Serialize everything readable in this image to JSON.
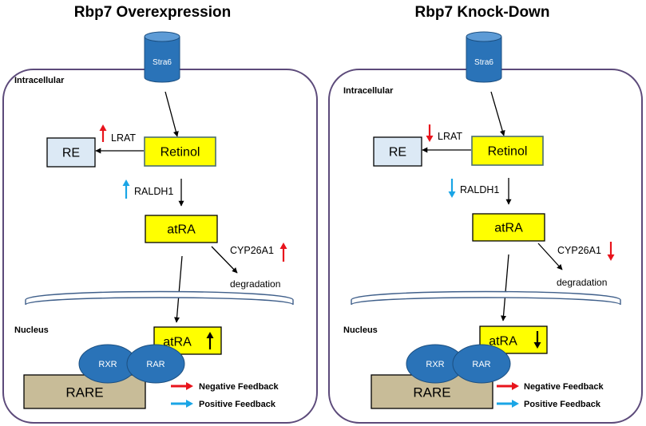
{
  "panels": [
    {
      "title": "Rbp7 Overexpression",
      "transporter": "Stra6",
      "compartments": {
        "intracellular": "Intracellular",
        "nucleus": "Nucleus"
      },
      "nodes": {
        "re": "RE",
        "retinol": "Retinol",
        "atra": "atRA",
        "nuclear_atra": "atRA",
        "rare": "RARE",
        "rxr": "RXR",
        "rar": "RAR"
      },
      "enzymes": {
        "lrat": {
          "label": "LRAT",
          "direction": "up",
          "color": "#e8141c"
        },
        "raldh1": {
          "label": "RALDH1",
          "direction": "up",
          "color": "#1aa5e6"
        },
        "cyp26a1": {
          "label": "CYP26A1",
          "direction": "up",
          "color": "#e8141c"
        }
      },
      "degradation": "degradation",
      "nuclear_atra_direction": "up",
      "legend": [
        {
          "label": "Negative Feedback",
          "color": "#e8141c"
        },
        {
          "label": "Positive Feedback",
          "color": "#1aa5e6"
        }
      ]
    },
    {
      "title": "Rbp7 Knock-Down",
      "transporter": "Stra6",
      "compartments": {
        "intracellular": "Intracellular",
        "nucleus": "Nucleus"
      },
      "nodes": {
        "re": "RE",
        "retinol": "Retinol",
        "atra": "atRA",
        "nuclear_atra": "atRA",
        "rare": "RARE",
        "rxr": "RXR",
        "rar": "RAR"
      },
      "enzymes": {
        "lrat": {
          "label": "LRAT",
          "direction": "down",
          "color": "#e8141c"
        },
        "raldh1": {
          "label": "RALDH1",
          "direction": "down",
          "color": "#1aa5e6"
        },
        "cyp26a1": {
          "label": "CYP26A1",
          "direction": "down",
          "color": "#e8141c"
        }
      },
      "degradation": "degradation",
      "nuclear_atra_direction": "down",
      "legend": [
        {
          "label": "Negative Feedback",
          "color": "#e8141c"
        },
        {
          "label": "Positive Feedback",
          "color": "#1aa5e6"
        }
      ]
    }
  ],
  "colors": {
    "box_fill": "#ffff00",
    "re_fill": "#dce9f5",
    "rare_fill": "#c8bc98",
    "receptor_fill": "#2a73b8",
    "cell_border": "#5c4a7a",
    "membrane": "#3f5f8a"
  }
}
